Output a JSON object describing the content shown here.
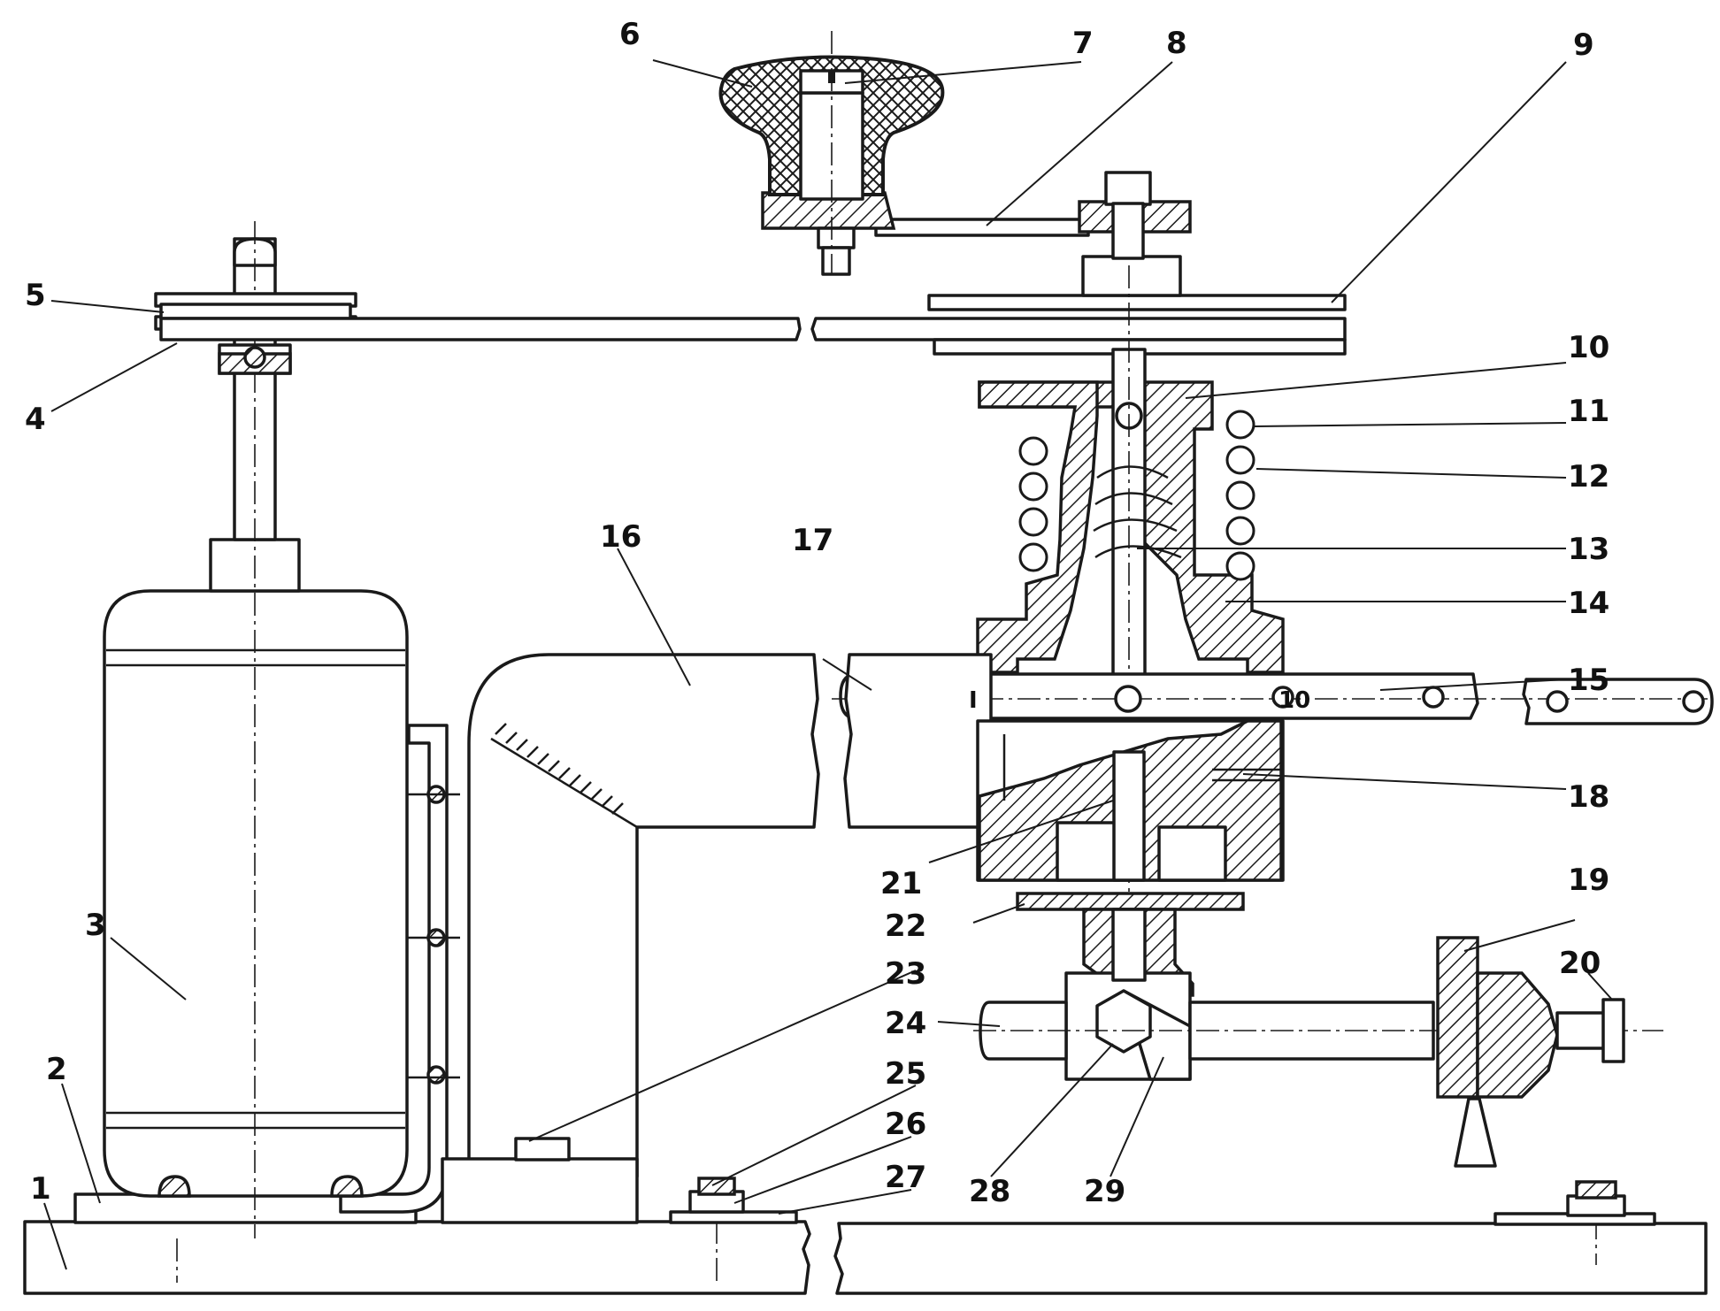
{
  "labels": {
    "l1": "1",
    "l2": "2",
    "l3": "3",
    "l4": "4",
    "l5": "5",
    "l6": "6",
    "l7": "7",
    "l8": "8",
    "l9": "9",
    "l10": "10",
    "l11": "11",
    "l12": "12",
    "l13": "13",
    "l14": "14",
    "l15": "15",
    "l16": "16",
    "l17": "17",
    "l18": "18",
    "l19": "19",
    "l20": "20",
    "l21": "21",
    "l22": "22",
    "l23": "23",
    "l24": "24",
    "l25": "25",
    "l26": "26",
    "l27": "27",
    "l28": "28",
    "l29": "29"
  },
  "link_marks": {
    "m1": "I",
    "m2": "10"
  }
}
